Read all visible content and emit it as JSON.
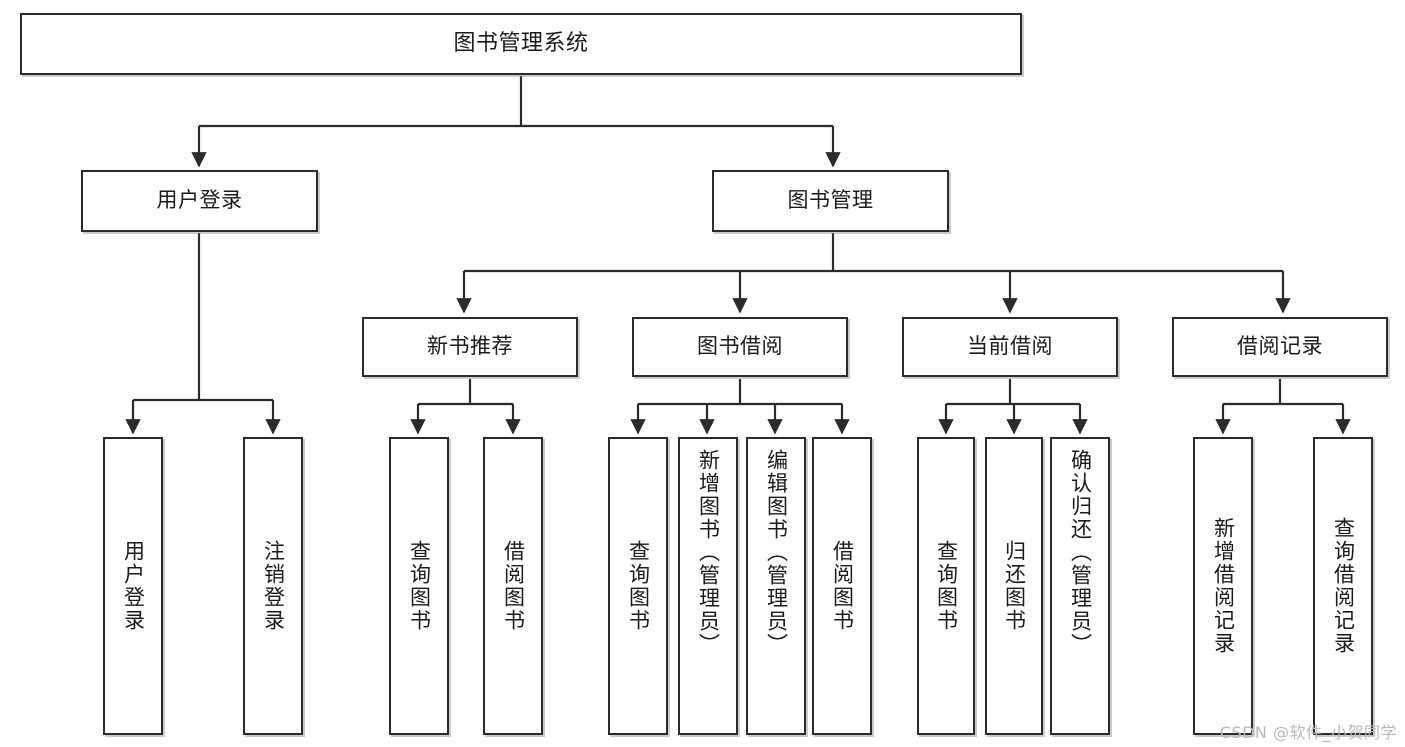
{
  "diagram": {
    "type": "tree",
    "title": "图书管理系统",
    "colors": {
      "node_border": "#2b2b2b",
      "node_fill": "#ffffff",
      "edge": "#2b2b2b",
      "text": "#1a1a1a",
      "watermark": "#b9b9b9"
    },
    "nodes": {
      "root": {
        "label": "图书管理系统"
      },
      "level2": {
        "user_login": {
          "label": "用户登录"
        },
        "book_manage": {
          "label": "图书管理"
        }
      },
      "level3": {
        "new_book_rec": {
          "label": "新书推荐"
        },
        "book_borrow": {
          "label": "图书借阅"
        },
        "current_borrow": {
          "label": "当前借阅"
        },
        "borrow_record": {
          "label": "借阅记录"
        }
      },
      "leaves": {
        "user_login": [
          {
            "label": "用户登录"
          },
          {
            "label": "注销登录"
          }
        ],
        "new_book_rec": [
          {
            "label": "查询图书"
          },
          {
            "label": "借阅图书"
          }
        ],
        "book_borrow": [
          {
            "label": "查询图书"
          },
          {
            "label": "新增图书（管理员）"
          },
          {
            "label": "编辑图书（管理员）"
          },
          {
            "label": "借阅图书"
          }
        ],
        "current_borrow": [
          {
            "label": "查询图书"
          },
          {
            "label": "归还图书"
          },
          {
            "label": "确认归还（管理员）"
          }
        ],
        "borrow_record": [
          {
            "label": "新增借阅记录"
          },
          {
            "label": "查询借阅记录"
          }
        ]
      }
    }
  },
  "watermark": {
    "text": "CSDN @软件_小贺同学"
  }
}
